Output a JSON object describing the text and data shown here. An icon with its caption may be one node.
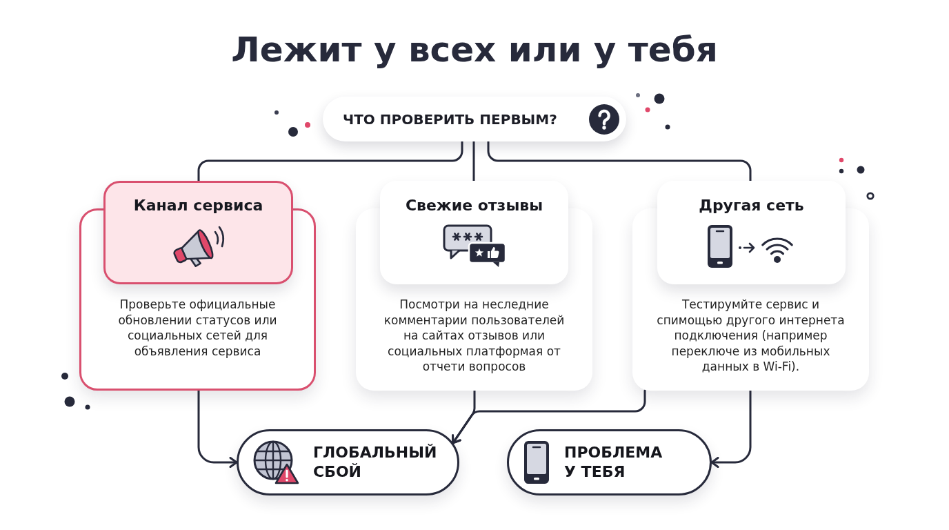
{
  "diagram": {
    "title": "Лежит у всех или у тебя",
    "nodes": [
      {
        "text": [
          "ЧТО ПРОВЕРИТЬ ПЕРВЫМ?"
        ]
      },
      {
        "text": [
          "Канал сервиса"
        ]
      },
      {
        "text": [
          "Проверьте официальные обновлении статусов или социальных сетей для объявления сервиса"
        ]
      },
      {
        "text": [
          "Свежие отзывы"
        ]
      },
      {
        "text": [
          "Посмотри на неследние комментарии пользователей на сайтах отзывов или социальных платформая от отчети вопросов"
        ]
      },
      {
        "text": [
          "Другая сеть"
        ]
      },
      {
        "text": [
          "Тестирумйте сервис и спимощью другого интернета подключения (например переключе из мобильных данных в Wi-Fi)."
        ]
      },
      {
        "text": [
          "ГЛОБАЛЬНЫЙ СБОЙ"
        ]
      },
      {
        "text": [
          "ПРОБЛЕМА У ТЕБЯ"
        ]
      }
    ],
    "edges": [
      {
        "from": 0,
        "to": 1,
        "arrow": "none"
      },
      {
        "from": 0,
        "to": 3,
        "arrow": "none"
      },
      {
        "from": 0,
        "to": 5,
        "arrow": "none"
      },
      {
        "from": 2,
        "to": 7,
        "arrow": "to"
      },
      {
        "from": 4,
        "to": 7,
        "arrow": "to"
      },
      {
        "from": 6,
        "to": 7,
        "arrow": "to"
      },
      {
        "from": 6,
        "to": 8,
        "arrow": "to"
      }
    ]
  }
}
